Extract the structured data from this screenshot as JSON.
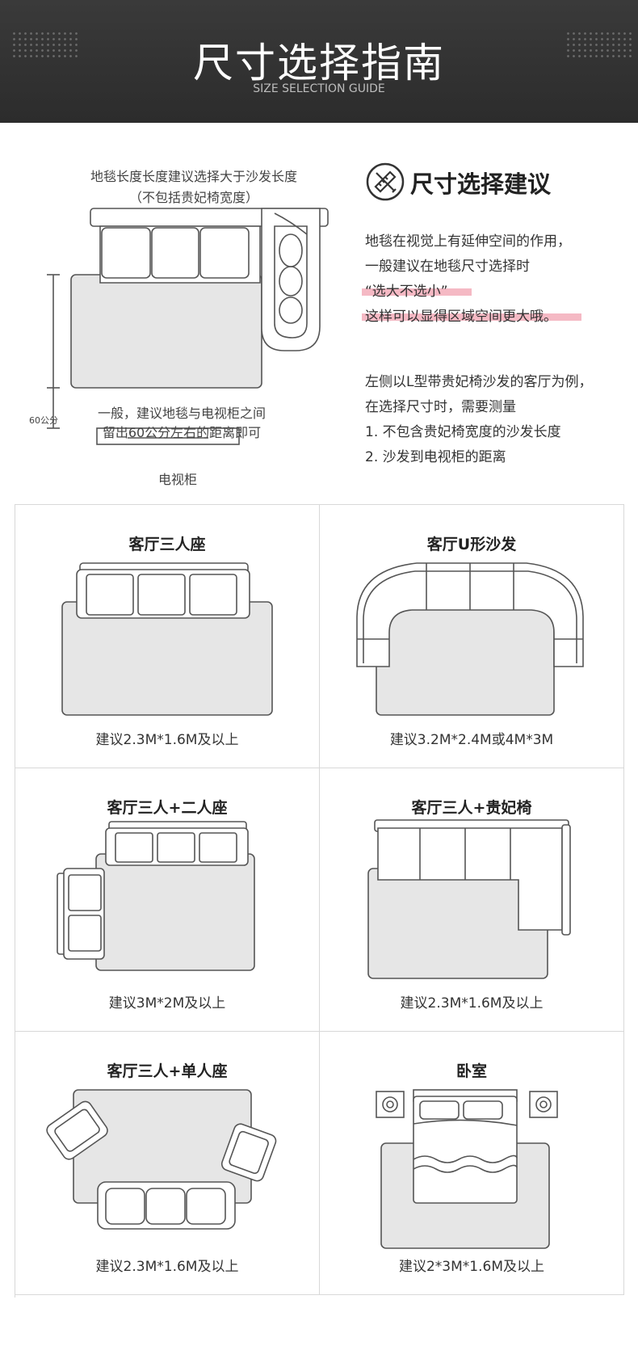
{
  "banner": {
    "title": "尺寸选择指南",
    "subtitle": "SIZE SELECTION GUIDE"
  },
  "intro": {
    "diagram_caption_line1": "地毯长度长度建议选择大于沙发长度",
    "diagram_caption_line2": "（不包括贵妃椅宽度）",
    "gap_label": "60公分",
    "gap_note_line1": "一般，建议地毯与电视柜之间",
    "gap_note_line2": "留出60公分左右的距离即可",
    "tv_label": "电视柜"
  },
  "suggestion": {
    "icon": "ruler-pencil-icon",
    "title": "尺寸选择建议",
    "para1": [
      "地毯在视觉上有延伸空间的作用，",
      "一般建议在地毯尺寸选择时",
      "“选大不选小”",
      "这样可以显得区域空间更大哦。"
    ],
    "para2": [
      "左侧以L型带贵妃椅沙发的客厅为例，",
      "在选择尺寸时，需要测量",
      "1. 不包含贵妃椅宽度的沙发长度",
      "2. 沙发到电视柜的距离"
    ],
    "highlight_color": "#f5b9c4"
  },
  "cards": [
    {
      "title": "客厅三人座",
      "caption": "建议2.3M*1.6M及以上",
      "icon": "three-seat-sofa-icon"
    },
    {
      "title": "客厅U形沙发",
      "caption": "建议3.2M*2.4M或4M*3M",
      "icon": "u-shaped-sofa-icon"
    },
    {
      "title": "客厅三人+二人座",
      "caption": "建议3M*2M及以上",
      "icon": "three-plus-two-sofa-icon"
    },
    {
      "title": "客厅三人+贵妃椅",
      "caption": "建议2.3M*1.6M及以上",
      "icon": "sofa-with-chaise-icon"
    },
    {
      "title": "客厅三人+单人座",
      "caption": "建议2.3M*1.6M及以上",
      "icon": "three-plus-single-sofa-icon"
    },
    {
      "title": "卧室",
      "caption": "建议2*3M*1.6M及以上",
      "icon": "bedroom-bed-icon"
    }
  ],
  "colors": {
    "banner_bg": "#2f2f2f",
    "rug_fill": "#e6e6e6",
    "outline": "#555555"
  }
}
